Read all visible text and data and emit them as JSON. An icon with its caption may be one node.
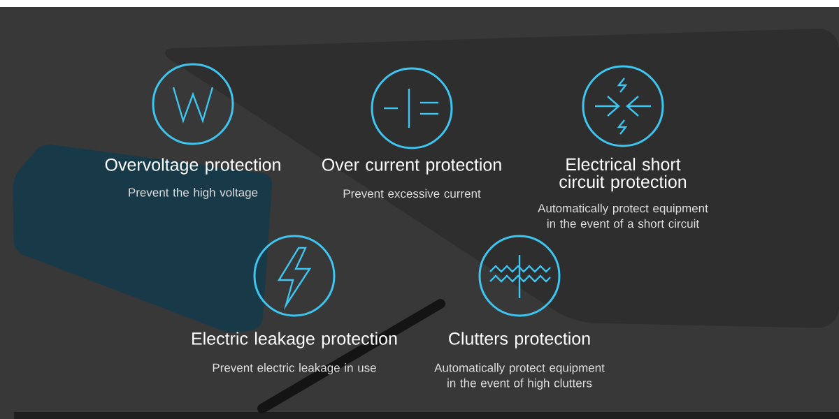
{
  "diagram": {
    "nodes": [
      {
        "text": [
          "Overvoltage protection",
          "Prevent the high voltage"
        ]
      },
      {
        "text": [
          "Over current protection",
          "Prevent excessive current"
        ]
      },
      {
        "text": [
          "Electrical short circuit protection",
          "Automatically protect equipment in the event of a short circuit"
        ]
      },
      {
        "text": [
          "Electric leakage protection",
          "Prevent electric leakage in use"
        ]
      },
      {
        "text": [
          "Clutters protection",
          "Automatically protect equipment in the event of high clutters"
        ]
      }
    ]
  }
}
